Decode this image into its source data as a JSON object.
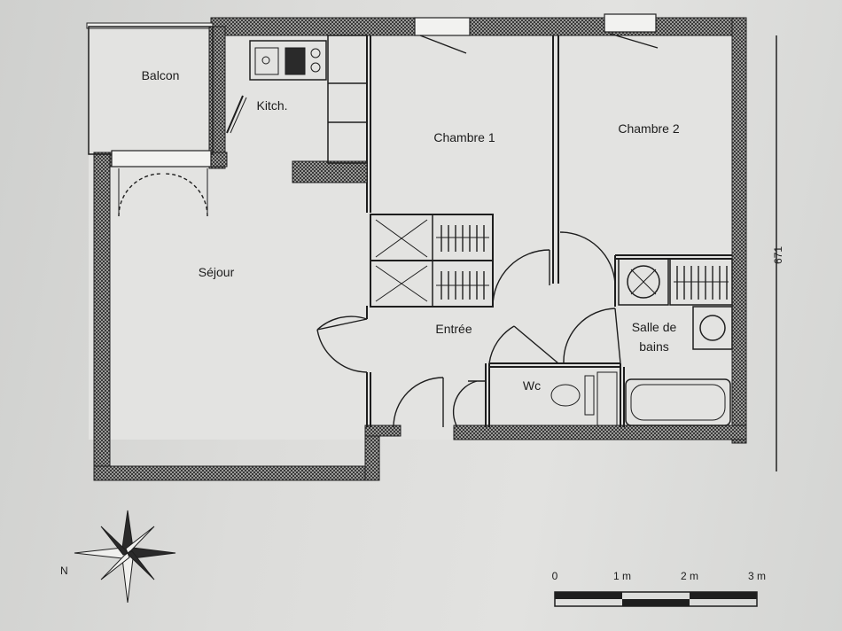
{
  "rooms": {
    "balcon": "Balcon",
    "kitchen": "Kitch.",
    "chambre1": "Chambre 1",
    "chambre2": "Chambre 2",
    "sejour": "Séjour",
    "entree": "Entrée",
    "wc": "Wc",
    "sdb_line1": "Salle de",
    "sdb_line2": "bains"
  },
  "dimension": "671",
  "compass_letter": "N",
  "scale": {
    "labels": [
      "0",
      "1 m",
      "2 m",
      "3 m"
    ]
  },
  "colors": {
    "wall": "#2a2a2a",
    "paper": "#dcdcda"
  }
}
